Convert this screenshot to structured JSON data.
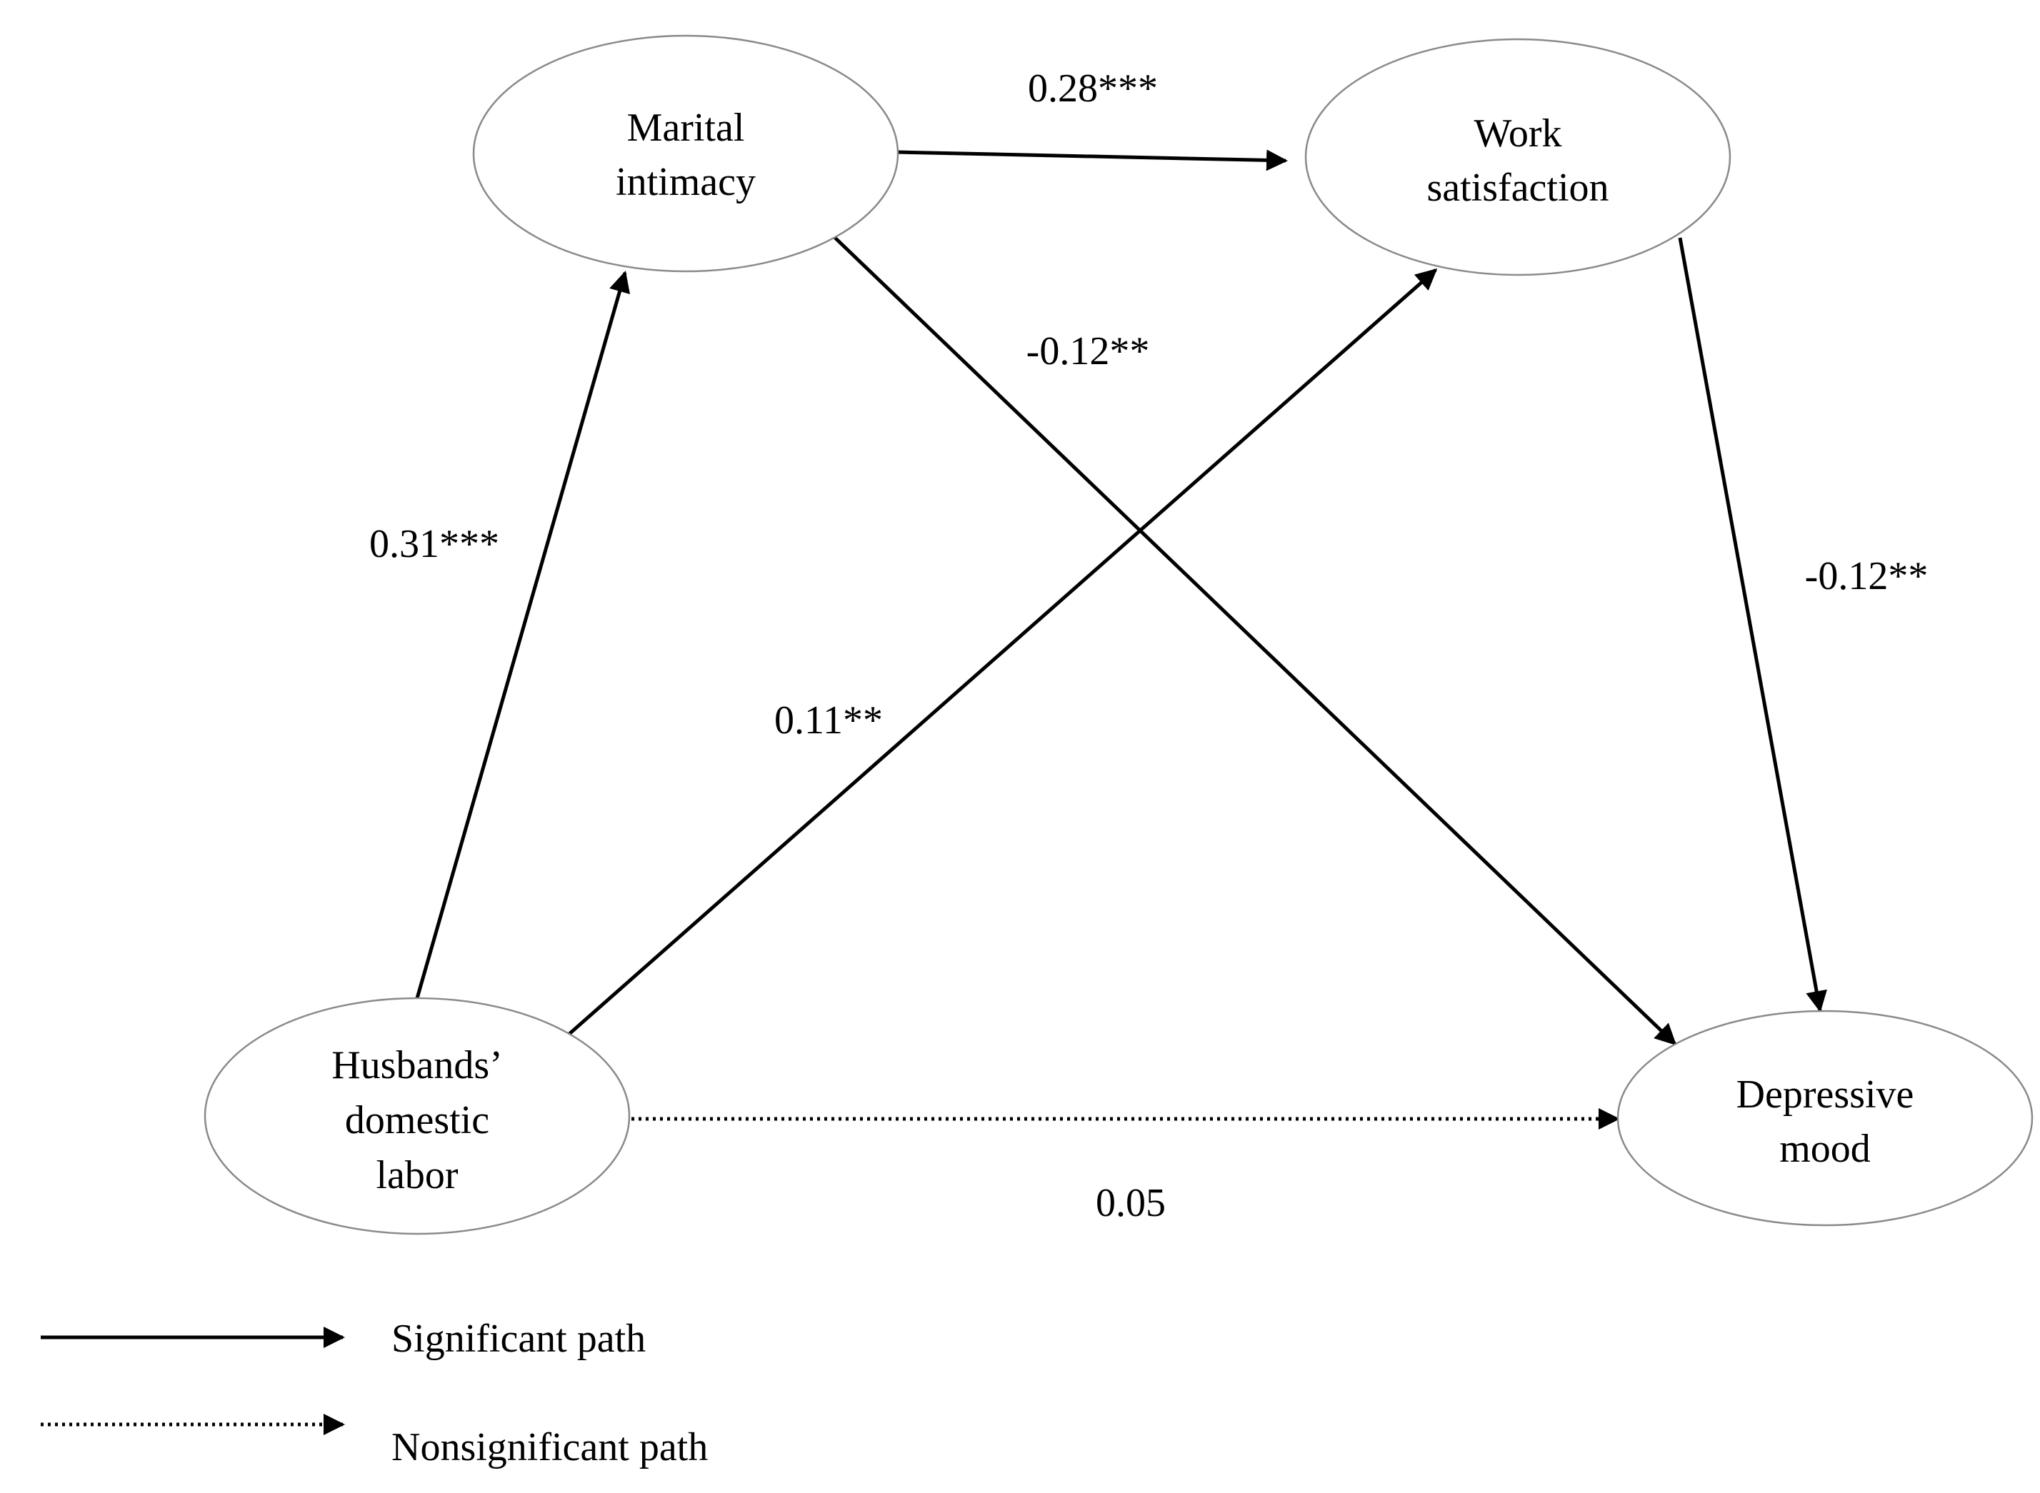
{
  "nodes": {
    "marital_intimacy": {
      "line1": "Marital",
      "line2": "intimacy"
    },
    "work_satisfaction": {
      "line1": "Work",
      "line2": "satisfaction"
    },
    "husbands_domestic_labor": {
      "line1": "Husbands’",
      "line2": "domestic",
      "line3": "labor"
    },
    "depressive_mood": {
      "line1": "Depressive",
      "line2": "mood"
    }
  },
  "paths": {
    "marital_to_work": {
      "from": "Marital intimacy",
      "to": "Work satisfaction",
      "coefficient": "0.28***",
      "significant": true
    },
    "marital_to_depressive": {
      "from": "Marital intimacy",
      "to": "Depressive mood",
      "coefficient": "-0.12**",
      "significant": true
    },
    "work_to_depressive": {
      "from": "Work satisfaction",
      "to": "Depressive mood",
      "coefficient": "-0.12**",
      "significant": true
    },
    "husbands_to_marital": {
      "from": "Husbands’ domestic labor",
      "to": "Marital intimacy",
      "coefficient": "0.31***",
      "significant": true
    },
    "husbands_to_work": {
      "from": "Husbands’ domestic labor",
      "to": "Work satisfaction",
      "coefficient": "0.11**",
      "significant": true
    },
    "husbands_to_depressive": {
      "from": "Husbands’ domestic labor",
      "to": "Depressive mood",
      "coefficient": "0.05",
      "significant": false
    }
  },
  "legend": {
    "significant": "Significant path",
    "nonsignificant": "Nonsignificant path"
  },
  "colors": {
    "line": "#000000",
    "node_border": "#8a8a8a",
    "background": "#ffffff"
  }
}
